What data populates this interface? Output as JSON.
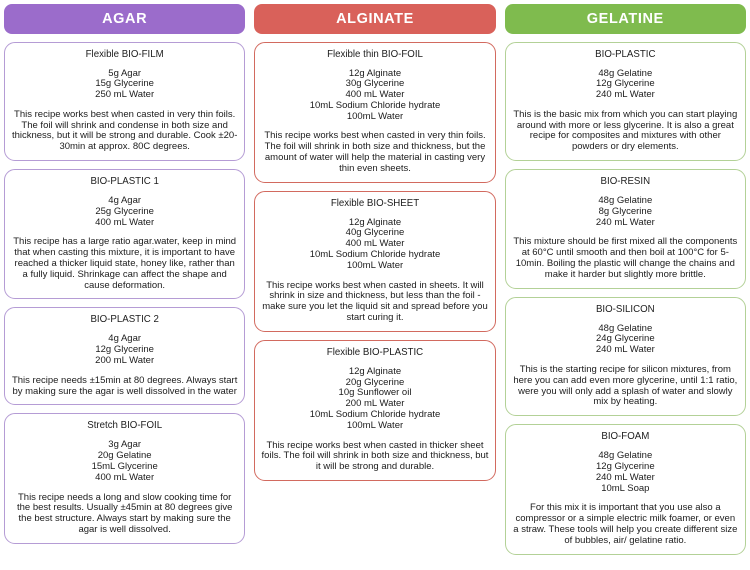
{
  "columns": [
    {
      "id": "agar",
      "title": "AGAR",
      "header_color": "#9b6ccb",
      "border_color": "#b59cd5",
      "cards": [
        {
          "title": "Flexible BIO-FILM",
          "ingredients": [
            "5g Agar",
            "15g Glycerine",
            "250 mL Water"
          ],
          "description": "This recipe works best when casted in very thin foils. The foil will shrink and condense in both size and thickness, but it will be strong and durable. Cook ±20-30min at approx. 80C degrees."
        },
        {
          "title": "BIO-PLASTIC 1",
          "ingredients": [
            "4g Agar",
            "25g Glycerine",
            "400 mL Water"
          ],
          "description": "This recipe has a large ratio agar.water, keep in mind that when casting this mixture, it is important to have reached a thicker liquid state, honey like, rather than a fully liquid. Shrinkage can affect the shape and cause deformation."
        },
        {
          "title": "BIO-PLASTIC 2",
          "ingredients": [
            "4g Agar",
            "12g Glycerine",
            "200 mL Water"
          ],
          "description": "This recipe needs ±15min at 80 degrees. Always start by making sure the agar is well dissolved in the water"
        },
        {
          "title": "Stretch BIO-FOIL",
          "ingredients": [
            "3g Agar",
            "20g Gelatine",
            "15mL Glycerine",
            "400 mL Water"
          ],
          "description": "This recipe needs a long and slow cooking time for the best results. Usually ±45min at 80 degrees give the best structure. Always start by making sure the agar is well dissolved."
        }
      ]
    },
    {
      "id": "alginate",
      "title": "ALGINATE",
      "header_color": "#d9615a",
      "border_color": "#d26a5f",
      "cards": [
        {
          "title": "Flexible thin BIO-FOIL",
          "ingredients": [
            "12g Alginate",
            "30g Glycerine",
            "400 mL Water",
            "10mL Sodium Chloride hydrate",
            "100mL Water"
          ],
          "description": "This recipe works best when casted in very thin foils. The foil will shrink in both size and thickness, but the amount of water will help the material in casting very thin even sheets."
        },
        {
          "title": "Flexible BIO-SHEET",
          "ingredients": [
            "12g Alginate",
            "40g Glycerine",
            "400 mL Water",
            "10mL Sodium Chloride hydrate",
            "100mL Water"
          ],
          "description": "This recipe works best when casted in sheets. It will shrink in size and thickness, but less than the foil - make sure you let the liquid sit and spread before you start curing it."
        },
        {
          "title": "Flexible BIO-PLASTIC",
          "ingredients": [
            "12g Alginate",
            "20g Glycerine",
            "10g Sunflower oil",
            "200 mL Water",
            "10mL Sodium Chloride hydrate",
            "100mL Water"
          ],
          "description": "This recipe works best when casted in thicker sheet foils. The foil will shrink in both size and thickness, but it will be strong and durable."
        }
      ]
    },
    {
      "id": "gelatine",
      "title": "GELATINE",
      "header_color": "#7fbb4e",
      "border_color": "#b3d197",
      "cards": [
        {
          "title": "BIO-PLASTIC",
          "ingredients": [
            "48g Gelatine",
            "12g Glycerine",
            "240 mL Water"
          ],
          "description": "This is the basic mix from which you can start playing around with more or less glycerine. It is also a great recipe for composites and mixtures with other powders or dry elements."
        },
        {
          "title": "BIO-RESIN",
          "ingredients": [
            "48g Gelatine",
            "8g Glycerine",
            "240 mL Water"
          ],
          "description": "This mixture should be first mixed all the components at 60°C until smooth and then boil at 100°C for 5-10min. Boiling the plastic will change the chains and make it harder but slightly more brittle."
        },
        {
          "title": "BIO-SILICON",
          "ingredients": [
            "48g Gelatine",
            "24g Glycerine",
            "240 mL Water"
          ],
          "description": "This is the starting recipe for silicon mixtures, from here you can add even more glycerine, until 1:1 ratio, were you will only add a splash of water and slowly mix by heating."
        },
        {
          "title": "BIO-FOAM",
          "ingredients": [
            "48g Gelatine",
            "12g Glycerine",
            "240 mL Water",
            "10mL Soap"
          ],
          "description": "For this mix it is important that you use also a compressor or a simple electric milk foamer, or even a straw. These tools will help you create different size of bubbles, air/ gelatine ratio."
        }
      ]
    }
  ]
}
